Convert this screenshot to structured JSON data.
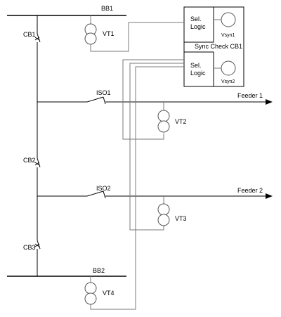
{
  "labels": {
    "bb1": "BB1",
    "bb2": "BB2",
    "cb1": "CB1",
    "cb2": "CB2",
    "cb3": "CB3",
    "iso1": "ISO1",
    "iso2": "ISO2",
    "vt1": "VT1",
    "vt2": "VT2",
    "vt3": "VT3",
    "vt4": "VT4",
    "feeder1": "Feeder 1",
    "feeder2": "Feeder 2",
    "sync_check": "Sync Check CB1",
    "sel1_line1": "Sel.",
    "sel1_line2": "Logic",
    "sel2_line1": "Sel.",
    "sel2_line2": "Logic",
    "vsyn1": "Vsyn1",
    "vsyn2": "Vsyn2"
  }
}
